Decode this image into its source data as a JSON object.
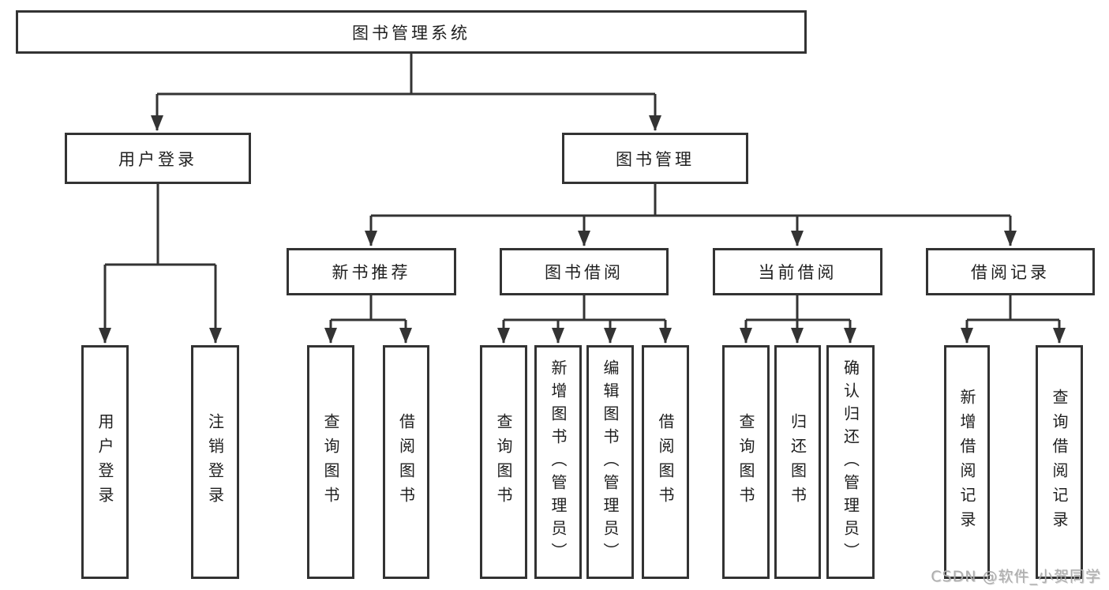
{
  "watermark": "CSDN @软件_小贺同学",
  "colors": {
    "line": "#333333",
    "text": "#1f1f1f",
    "watermark": "#adadad",
    "background": "#ffffff"
  },
  "tree": {
    "root": {
      "label": "图书管理系统"
    },
    "branches": [
      {
        "label": "用户登录",
        "children": [
          {
            "label": "用户登录"
          },
          {
            "label": "注销登录"
          }
        ]
      },
      {
        "label": "图书管理",
        "children": [
          {
            "label": "新书推荐",
            "children": [
              {
                "label": "查询图书"
              },
              {
                "label": "借阅图书"
              }
            ]
          },
          {
            "label": "图书借阅",
            "children": [
              {
                "label": "查询图书"
              },
              {
                "label": "新增图书（管理员）"
              },
              {
                "label": "编辑图书（管理员）"
              },
              {
                "label": "借阅图书"
              }
            ]
          },
          {
            "label": "当前借阅",
            "children": [
              {
                "label": "查询图书"
              },
              {
                "label": "归还图书"
              },
              {
                "label": "确认归还（管理员）"
              }
            ]
          },
          {
            "label": "借阅记录",
            "children": [
              {
                "label": "新增借阅记录"
              },
              {
                "label": "查询借阅记录"
              }
            ]
          }
        ]
      }
    ]
  }
}
